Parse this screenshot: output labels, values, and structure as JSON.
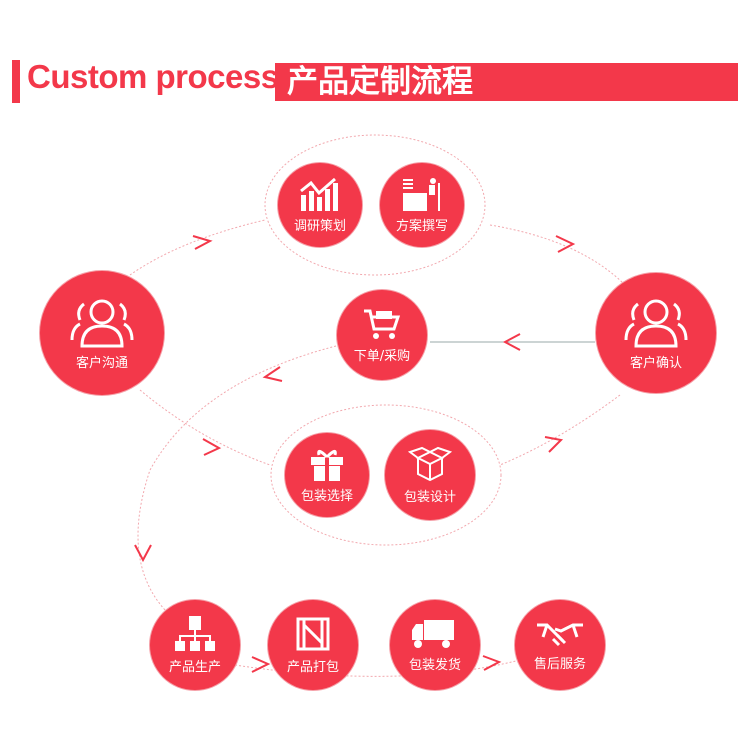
{
  "header": {
    "title_en": "Custom process",
    "title_cn": "产品定制流程"
  },
  "steps": {
    "communicate": "客户沟通",
    "research": "调研策划",
    "proposal": "方案撰写",
    "order": "下单/采购",
    "confirm": "客户确认",
    "pack_select": "包装选择",
    "pack_design": "包装设计",
    "produce": "产品生产",
    "packing": "产品打包",
    "ship": "包装发货",
    "aftersale": "售后服务"
  },
  "colors": {
    "accent": "#f3384a"
  }
}
